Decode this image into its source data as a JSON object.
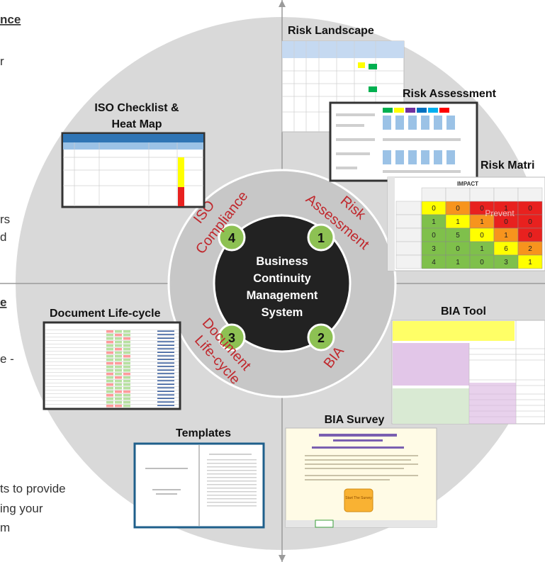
{
  "center": {
    "lines": [
      "Business",
      "Continuity",
      "Management",
      "System"
    ]
  },
  "modules": [
    {
      "number": "1",
      "label_lines": [
        "Risk",
        "Assessment"
      ]
    },
    {
      "number": "2",
      "label_lines": [
        "BIA"
      ]
    },
    {
      "number": "3",
      "label_lines": [
        "Document",
        "Life-cycle"
      ]
    },
    {
      "number": "4",
      "label_lines": [
        "ISO",
        "Compliance"
      ]
    }
  ],
  "thumbnails": {
    "risk_landscape": "Risk Landscape",
    "risk_assessment": "Risk Assessment",
    "risk_matrix": "Risk Matri",
    "iso_checklist": [
      "ISO Checklist &",
      "Heat Map"
    ],
    "document_lifecycle": "Document Life-cycle",
    "bia_tool": "BIA Tool",
    "bia_survey": "BIA Survey",
    "templates": "Templates"
  },
  "risk_matrix": {
    "header": "IMPACT",
    "watermark": "Prevent",
    "rows": [
      [
        0,
        0,
        0,
        1,
        0
      ],
      [
        1,
        1,
        1,
        0,
        0
      ],
      [
        0,
        5,
        0,
        1,
        0
      ],
      [
        3,
        0,
        1,
        6,
        2
      ],
      [
        4,
        1,
        0,
        3,
        1
      ]
    ],
    "colors": {
      "green": "#7fc04b",
      "yellow": "#ffff00",
      "orange": "#f7941d",
      "red": "#e8211f"
    }
  },
  "bia_survey": {
    "button": "Start The Survey"
  },
  "left_fragments": {
    "top_heading": "nce",
    "line_r": "r",
    "line_rs": "rs",
    "line_d": "d",
    "mid_heading": "e",
    "line_e": "e -",
    "bottom_1": "ts to provide",
    "bottom_2": "ing your",
    "bottom_3": "m"
  },
  "colors": {
    "outer_ring": "#d9d9d9",
    "inner_ring": "#c4c4c4",
    "hub": "#222222",
    "badge": "#8dc153",
    "arc_text": "#c0282d"
  }
}
